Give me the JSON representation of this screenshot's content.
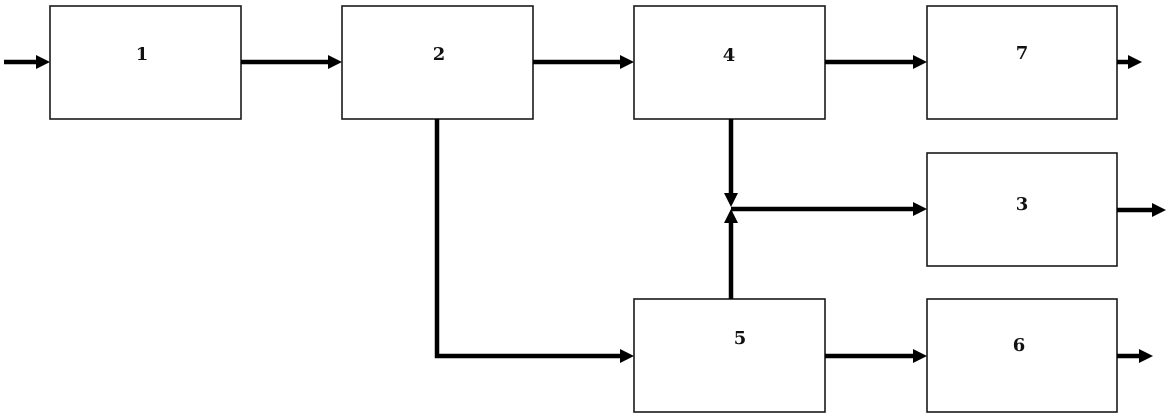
{
  "blocks": [
    {
      "id": "1",
      "label": "1"
    },
    {
      "id": "2",
      "label": "2"
    },
    {
      "id": "4",
      "label": "4"
    },
    {
      "id": "7",
      "label": "7"
    },
    {
      "id": "3",
      "label": "3"
    },
    {
      "id": "5",
      "label": "5"
    },
    {
      "id": "6",
      "label": "6"
    }
  ],
  "connections": [
    {
      "from": "input",
      "to": "1"
    },
    {
      "from": "1",
      "to": "2"
    },
    {
      "from": "2",
      "to": "4"
    },
    {
      "from": "4",
      "to": "7"
    },
    {
      "from": "7",
      "to": "output"
    },
    {
      "from": "2",
      "to": "5"
    },
    {
      "from": "4",
      "to": "junction"
    },
    {
      "from": "5",
      "to": "junction"
    },
    {
      "from": "junction",
      "to": "3"
    },
    {
      "from": "3",
      "to": "output"
    },
    {
      "from": "5",
      "to": "6"
    },
    {
      "from": "6",
      "to": "output"
    }
  ],
  "colors": {
    "line": "#000000",
    "box_stroke": "#1a1a1a",
    "background": "#ffffff"
  }
}
